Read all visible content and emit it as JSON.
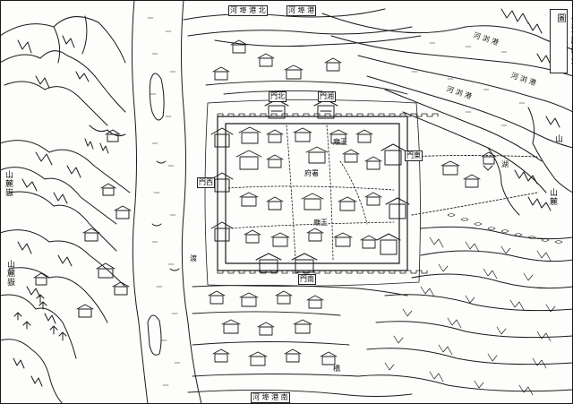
{
  "map": {
    "title": "長沙府疆城圖",
    "ink_color": "#1a1a1a",
    "paper_color": "#fdfdfb",
    "labels": {
      "mountain_west": "山麓嶽",
      "mountain_west_2": "山麓嶽",
      "river_north": "河 埠 港 北",
      "river_north_2": "河 埠 港",
      "river_east": "河 浏 港",
      "river_east_2": "河 浏 港",
      "river_mid": "河 浏 港",
      "river_south": "河 埠 港 南",
      "gate_north_1": "門北",
      "gate_north_2": "門湘",
      "gate_east": "門東",
      "gate_south": "門南",
      "west_gate": "門西",
      "temple_north": "廟王",
      "temple_south": "廟王",
      "yamen": "府署",
      "mountain_east": "山",
      "mountain_east_2": "山麓",
      "lake": "湖",
      "ferry": "渡",
      "bridge": "橋"
    }
  }
}
